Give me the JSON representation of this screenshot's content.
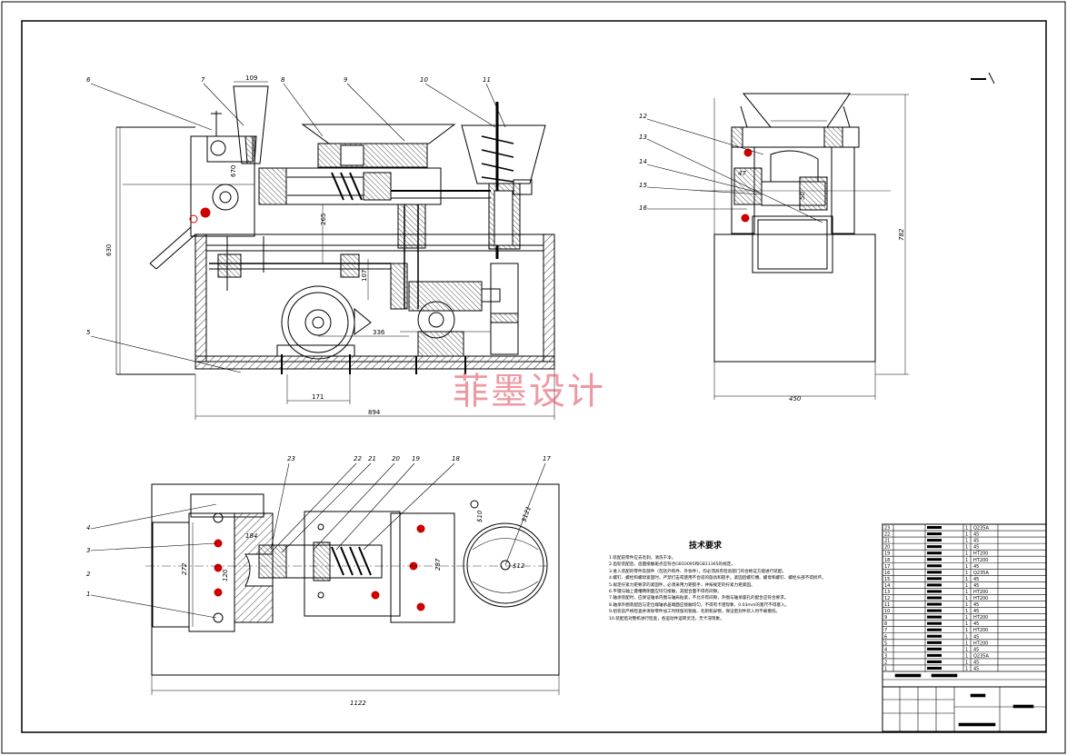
{
  "part_numbers": [
    "1",
    "2",
    "3",
    "4",
    "5",
    "6",
    "7",
    "8",
    "9",
    "10",
    "11",
    "12",
    "13",
    "14",
    "15",
    "16",
    "17",
    "18",
    "19",
    "20",
    "21",
    "22",
    "23"
  ],
  "dimensions": {
    "front": [
      "109",
      "630",
      "670",
      "265",
      "107",
      "336",
      "171",
      "894"
    ],
    "side": [
      "47",
      "50",
      "782",
      "450"
    ],
    "top": [
      "1122",
      "272",
      "120",
      "184",
      "287",
      "$121",
      "$10",
      "$12"
    ]
  },
  "watermark": "菲墨设计",
  "technical_requirements": {
    "title": "技术要求",
    "notes": [
      "1.装配前零件应去毛刺，清洗干净。",
      "2.齿轮装配后，齿面接触斑点应符合GB10095和GB11365的规定。",
      "3.进入装配的零件及部件（包括外购件、外协件），均必须具有检验部门的合格证方能进行装配。",
      "4.螺钉、螺栓和螺母紧固时，严禁打击或使用不合适的旋具和扳手。紧固后螺钉槽、螺母和螺钉、螺栓头部不得损坏。",
      "5.规定拧紧力矩要求的紧固件，必须采用力矩扳手，并按规定的拧紧力矩紧固。",
      "6.平键与轴上键槽两侧面应均匀接触，其配合面不得有间隙。",
      "7.轴承装配时，应保证轴承内圈与轴肩贴紧，不允许有间隙，外圈与轴承座孔的配合应符合要求。",
      "8.轴承外圈装配后与定位端轴承盖端面应接触均匀，不得有卡阻现象，0.03mm的塞尺不得塞入。",
      "9.组装前严格检查并清除零件加工时残留的锐角、毛刺和异物，保证密封件装入时不被擦伤。",
      "10.装配后对整机进行检查，各运动件运转灵活，无卡滞现象。"
    ]
  },
  "bom": {
    "rows": [
      {
        "no": "23",
        "qty": "1",
        "mat": "Q235A"
      },
      {
        "no": "22",
        "qty": "1",
        "mat": "45"
      },
      {
        "no": "21",
        "qty": "1",
        "mat": "45"
      },
      {
        "no": "20",
        "qty": "1",
        "mat": "45"
      },
      {
        "no": "19",
        "qty": "1",
        "mat": "HT200"
      },
      {
        "no": "18",
        "qty": "1",
        "mat": "HT200"
      },
      {
        "no": "17",
        "qty": "1",
        "mat": "45"
      },
      {
        "no": "16",
        "qty": "1",
        "mat": "Q235A"
      },
      {
        "no": "15",
        "qty": "1",
        "mat": "45"
      },
      {
        "no": "14",
        "qty": "1",
        "mat": "45"
      },
      {
        "no": "13",
        "qty": "1",
        "mat": "HT200"
      },
      {
        "no": "12",
        "qty": "1",
        "mat": "HT200"
      },
      {
        "no": "11",
        "qty": "1",
        "mat": "45"
      },
      {
        "no": "10",
        "qty": "1",
        "mat": "45"
      },
      {
        "no": "9",
        "qty": "1",
        "mat": "HT200"
      },
      {
        "no": "8",
        "qty": "1",
        "mat": "45"
      },
      {
        "no": "7",
        "qty": "1",
        "mat": "HT200"
      },
      {
        "no": "6",
        "qty": "1",
        "mat": "45"
      },
      {
        "no": "5",
        "qty": "1",
        "mat": "HT200"
      },
      {
        "no": "4",
        "qty": "1",
        "mat": "45"
      },
      {
        "no": "3",
        "qty": "1",
        "mat": "Q235A"
      },
      {
        "no": "2",
        "qty": "1",
        "mat": "45"
      },
      {
        "no": "1",
        "qty": "1",
        "mat": "45"
      }
    ]
  },
  "colors": {
    "line": "#000000",
    "hatch": "#333333",
    "red_marker": "#cc0000",
    "watermark": "#dc465a"
  }
}
